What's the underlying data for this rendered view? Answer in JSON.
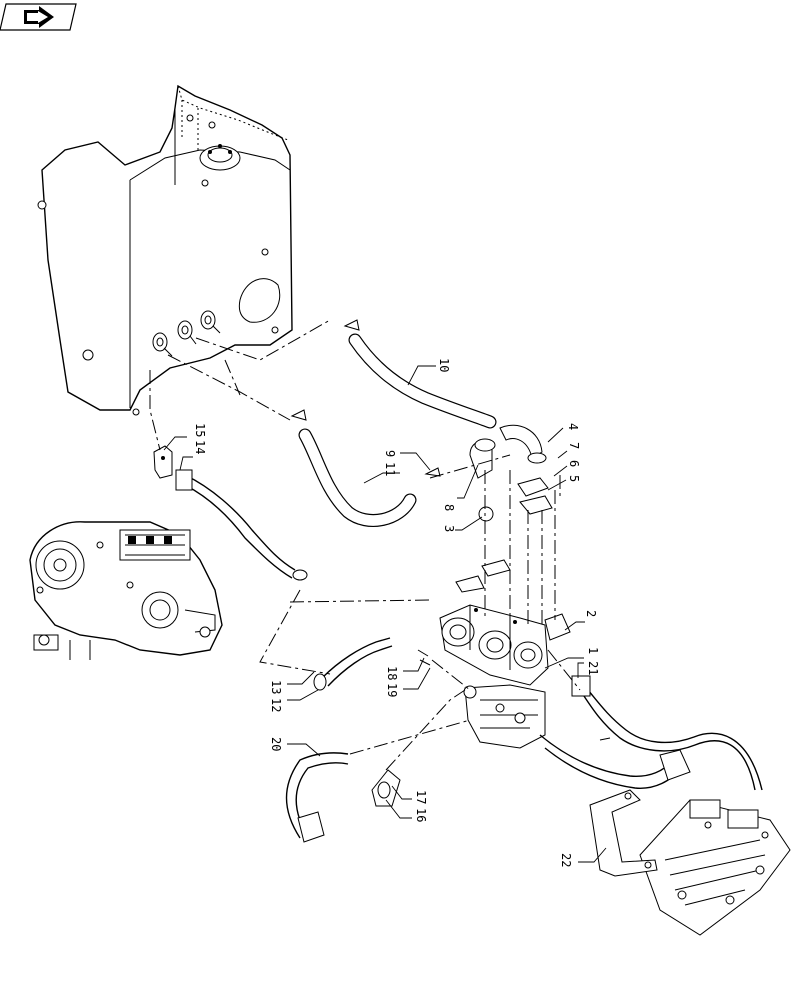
{
  "nav_icon": {
    "name": "next-page-arrow-icon"
  },
  "callouts": [
    {
      "id": "c1",
      "label": "1"
    },
    {
      "id": "c2",
      "label": "2"
    },
    {
      "id": "c3",
      "label": "3"
    },
    {
      "id": "c4",
      "label": "4"
    },
    {
      "id": "c5",
      "label": "5"
    },
    {
      "id": "c6",
      "label": "6"
    },
    {
      "id": "c7",
      "label": "7"
    },
    {
      "id": "c8",
      "label": "8"
    },
    {
      "id": "c9",
      "label": "9"
    },
    {
      "id": "c10",
      "label": "10"
    },
    {
      "id": "c11",
      "label": "11"
    },
    {
      "id": "c12",
      "label": "12"
    },
    {
      "id": "c13",
      "label": "13"
    },
    {
      "id": "c14",
      "label": "14"
    },
    {
      "id": "c15",
      "label": "15"
    },
    {
      "id": "c16",
      "label": "16"
    },
    {
      "id": "c17",
      "label": "17"
    },
    {
      "id": "c18",
      "label": "18"
    },
    {
      "id": "c19",
      "label": "19"
    },
    {
      "id": "c20",
      "label": "20"
    },
    {
      "id": "c21",
      "label": "21"
    },
    {
      "id": "c22",
      "label": "22"
    }
  ]
}
